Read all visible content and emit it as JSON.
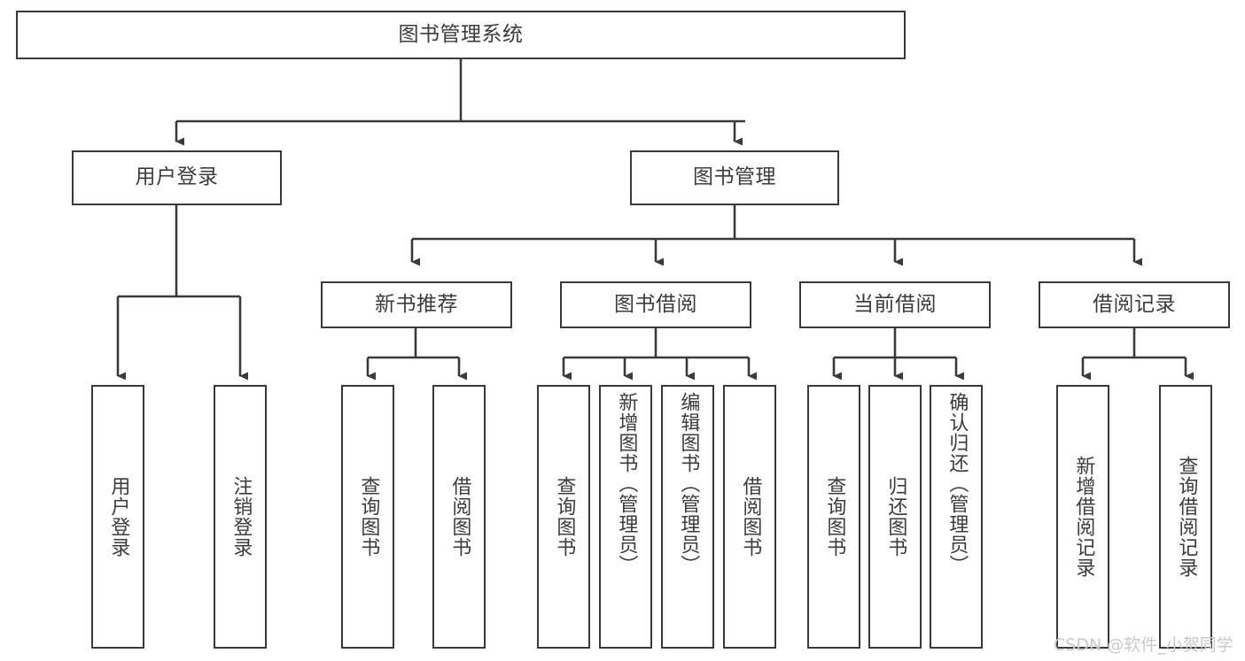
{
  "diagram": {
    "title": "图书管理系统",
    "type": "tree",
    "orientation": "top-down",
    "colors": {
      "box_border": "#3a3a3a",
      "box_fill": "#ffffff",
      "text": "#3c3c3c",
      "connector": "#3a3a3a",
      "watermark": "#c9c9c9",
      "background": "#ffffff"
    },
    "watermark": "CSDN @软件_小贺同学",
    "nodes": {
      "root": {
        "label": "图书管理系统"
      },
      "level2": [
        {
          "id": "user-login",
          "label": "用户登录"
        },
        {
          "id": "book-manage",
          "label": "图书管理"
        }
      ],
      "level3": [
        {
          "id": "new-book-recommend",
          "label": "新书推荐"
        },
        {
          "id": "book-borrow",
          "label": "图书借阅"
        },
        {
          "id": "current-borrow",
          "label": "当前借阅"
        },
        {
          "id": "borrow-record",
          "label": "借阅记录"
        }
      ],
      "leaves": {
        "user-login": [
          {
            "id": "leaf-user-login",
            "label": "用户登录"
          },
          {
            "id": "leaf-user-logout",
            "label": "注销登录"
          }
        ],
        "new-book-recommend": [
          {
            "id": "leaf-query-book-1",
            "label": "查询图书"
          },
          {
            "id": "leaf-borrow-book-1",
            "label": "借阅图书"
          }
        ],
        "book-borrow": [
          {
            "id": "leaf-query-book-2",
            "label": "查询图书"
          },
          {
            "id": "leaf-add-book",
            "label": "新增图书（管理员）"
          },
          {
            "id": "leaf-edit-book",
            "label": "编辑图书（管理员）"
          },
          {
            "id": "leaf-borrow-book-2",
            "label": "借阅图书"
          }
        ],
        "current-borrow": [
          {
            "id": "leaf-query-book-3",
            "label": "查询图书"
          },
          {
            "id": "leaf-return-book",
            "label": "归还图书"
          },
          {
            "id": "leaf-confirm-return",
            "label": "确认归还（管理员）"
          }
        ],
        "borrow-record": [
          {
            "id": "leaf-add-record",
            "label": "新增借阅记录"
          },
          {
            "id": "leaf-query-record",
            "label": "查询借阅记录"
          }
        ]
      }
    }
  }
}
